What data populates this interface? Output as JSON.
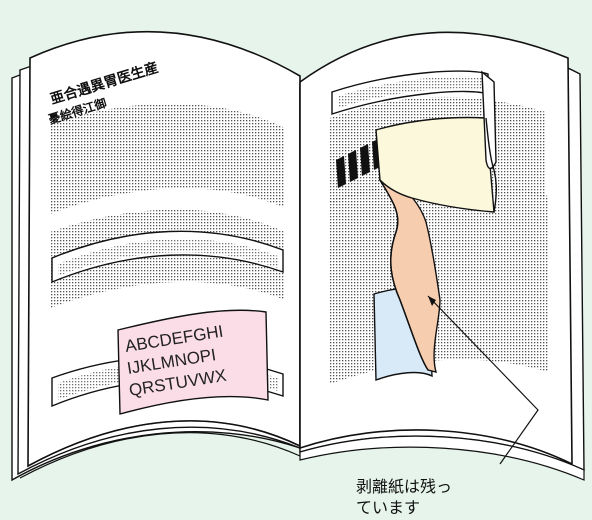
{
  "diagram": {
    "left_page": {
      "heading_line1": "亜合遇異胃医生産",
      "heading_line2": "憂絵得江御",
      "sticker_lines": [
        "ABCDEFGHI",
        "IJKLMNOPI",
        "QRSTUVWX"
      ]
    },
    "callout": {
      "line1": "剥離紙は残っ",
      "line2": "ています"
    },
    "colors": {
      "background": "#e6f4ec",
      "page": "#ffffff",
      "outline": "#111111",
      "sticker_pink": "#fbdde8",
      "tab_yellow": "#fbf8dc",
      "tab_orange": "#f7cdb0",
      "tab_blue": "#d8eaf8"
    }
  }
}
